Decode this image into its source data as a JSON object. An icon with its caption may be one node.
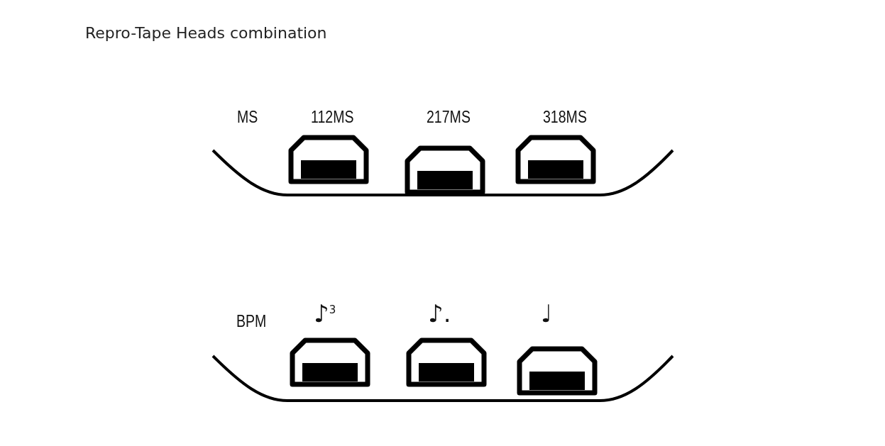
{
  "diagram": {
    "title": "Repro-Tape Heads combination",
    "labels": [
      "MS",
      "112MS",
      "217MS",
      "318MS",
      "BPM",
      "♪$^{3}$",
      "♪.",
      "♩"
    ]
  }
}
